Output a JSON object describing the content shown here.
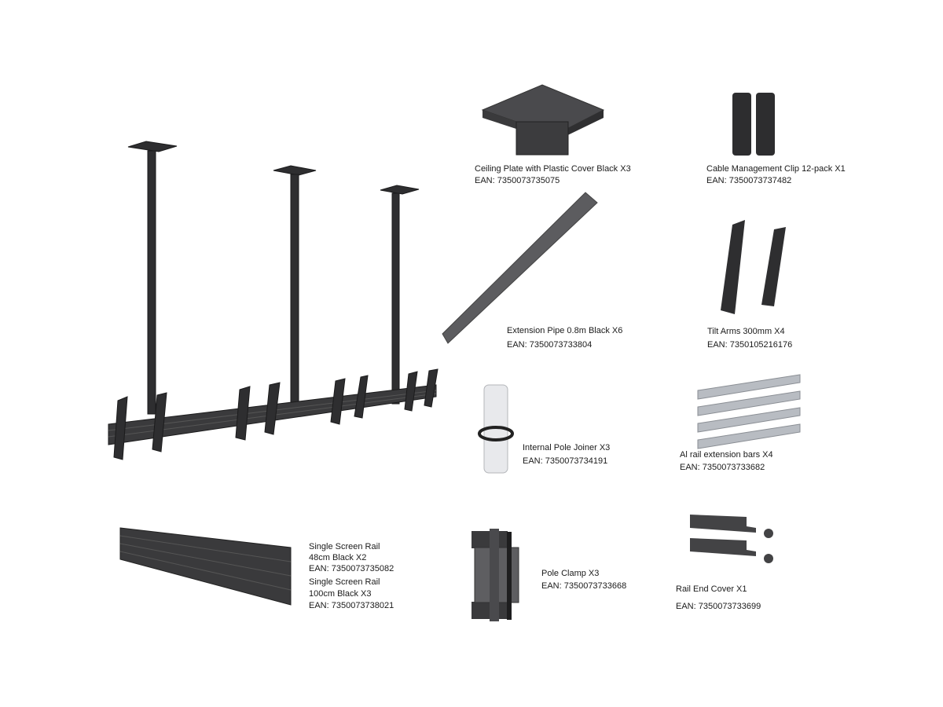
{
  "parts": [
    {
      "name": "Ceiling Plate with Plastic Cover Black X3",
      "ean": "EAN: 7350073735075"
    },
    {
      "name": "Cable Management Clip 12-pack X1",
      "ean": "EAN: 7350073737482"
    },
    {
      "name": "Extension Pipe 0.8m Black X6",
      "ean": "EAN: 7350073733804"
    },
    {
      "name": "Tilt Arms 300mm X4",
      "ean": "EAN: 7350105216176"
    },
    {
      "name": "Internal Pole Joiner X3",
      "ean": "EAN: 7350073734191"
    },
    {
      "name": "Al rail extension bars X4",
      "ean": "EAN: 7350073733682"
    },
    {
      "name": "Pole Clamp X3",
      "ean": "EAN: 7350073733668"
    },
    {
      "name": "Rail End Cover X1",
      "ean": "EAN: 7350073733699"
    }
  ],
  "rails": [
    {
      "name": "Single Screen Rail",
      "size": "48cm Black X2",
      "ean": "EAN: 7350073735082"
    },
    {
      "name": "Single Screen Rail",
      "size": "100cm Black X3",
      "ean": "EAN: 7350073738021"
    }
  ]
}
